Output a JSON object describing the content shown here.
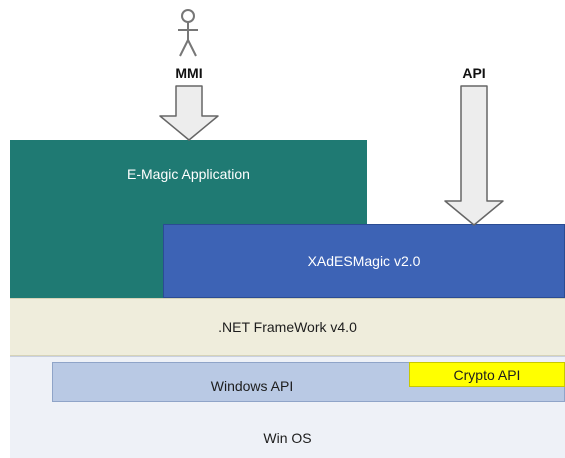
{
  "actor": {
    "label": "MMI",
    "icon": "stick-figure-icon"
  },
  "api": {
    "label": "API",
    "icon": "down-arrow-icon"
  },
  "layers": {
    "app": {
      "label": "E-Magic Application",
      "color": "#1f7a73"
    },
    "xades": {
      "label": "XAdESMagic v2.0",
      "color": "#3d63b5"
    },
    "dotnet": {
      "label": ".NET FrameWork v4.0",
      "color": "#efeddc"
    },
    "winapi": {
      "label": "Windows API",
      "color": "#b9c9e4"
    },
    "crypto": {
      "label": "Crypto API",
      "color": "#ffff00"
    },
    "os": {
      "label": "Win OS",
      "color": "#eef1f7"
    }
  }
}
